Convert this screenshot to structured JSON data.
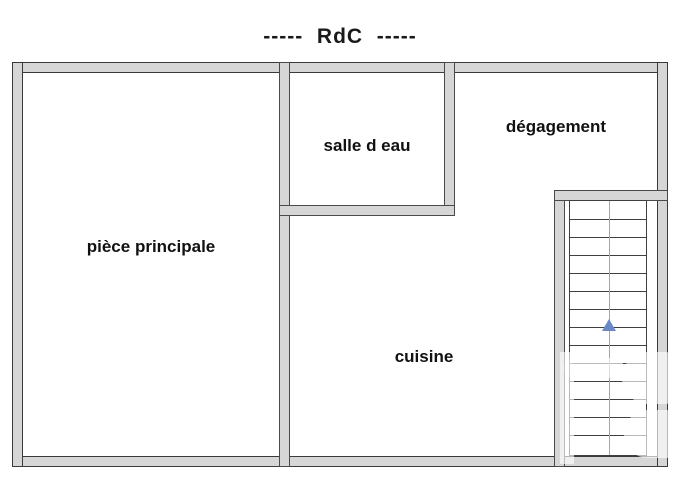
{
  "plan": {
    "title": "-----  RdC  -----",
    "level_name": "RdC",
    "colors": {
      "wall_fill": "#d6d6d6",
      "wall_stroke": "#3a3a3a",
      "room_fill": "#ffffff",
      "label_text": "#111111",
      "stair_line": "#3f3f3f",
      "stair_axis": "#8fa9d6",
      "stair_arrow": "#6a88c8",
      "background": "#ffffff"
    },
    "rooms": [
      {
        "id": "piece-principale",
        "label": "pièce principale"
      },
      {
        "id": "salle-d-eau",
        "label": "salle d eau"
      },
      {
        "id": "degagement",
        "label": "dégagement"
      },
      {
        "id": "cuisine",
        "label": "cuisine"
      }
    ],
    "staircase": {
      "name": "staircase",
      "step_count": 14,
      "direction_label": "up",
      "arrow_icon": "arrow-up-icon"
    },
    "watermark": {
      "name": "site-watermark",
      "shape": "rounded-logo-mark"
    }
  }
}
